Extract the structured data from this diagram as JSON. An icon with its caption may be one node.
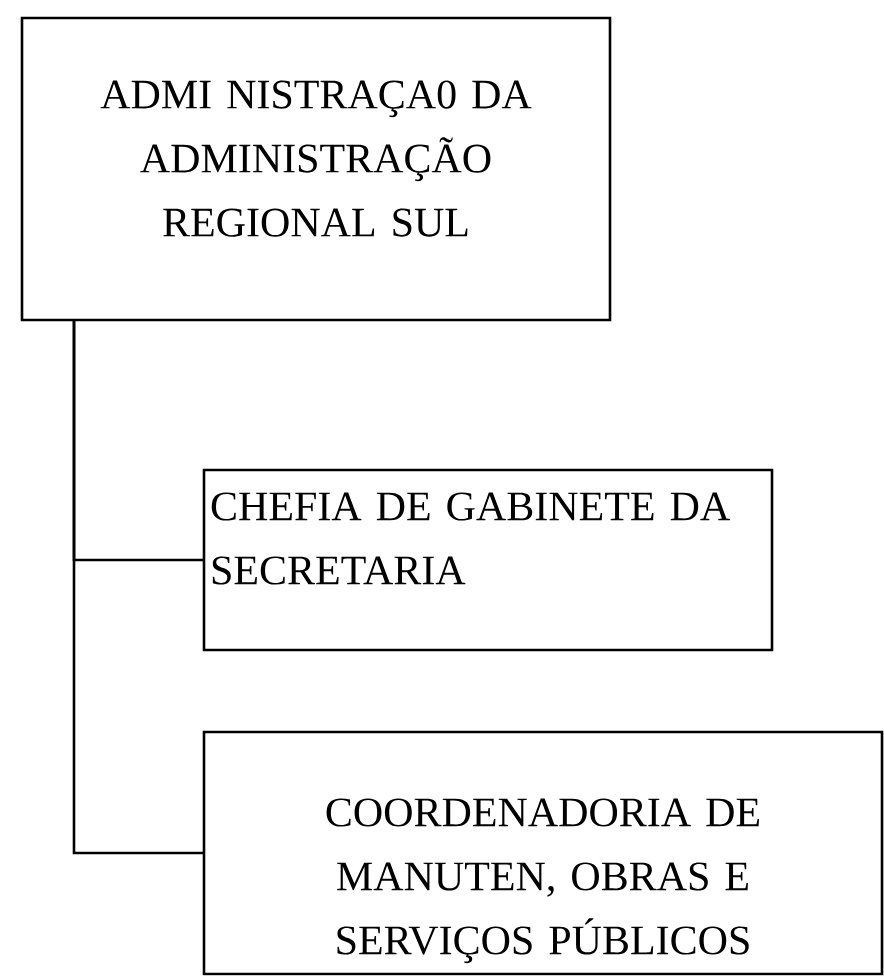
{
  "diagram": {
    "nodes": [
      {
        "text": [
          "ADMI NISTRAÇA0 DA ADMINISTRAÇÃO REGIONAL SUL"
        ]
      },
      {
        "text": [
          "CHEFIA DE GABINETE DA SECRETARIA"
        ]
      },
      {
        "text": [
          "COORDENADORIA DE MANUTEN, OBRAS E SERVIÇOS PÚBLICOS"
        ]
      }
    ],
    "edges": [
      {
        "from": 0,
        "to": 1,
        "arrow": "none"
      },
      {
        "from": 0,
        "to": 2,
        "arrow": "none"
      }
    ]
  }
}
